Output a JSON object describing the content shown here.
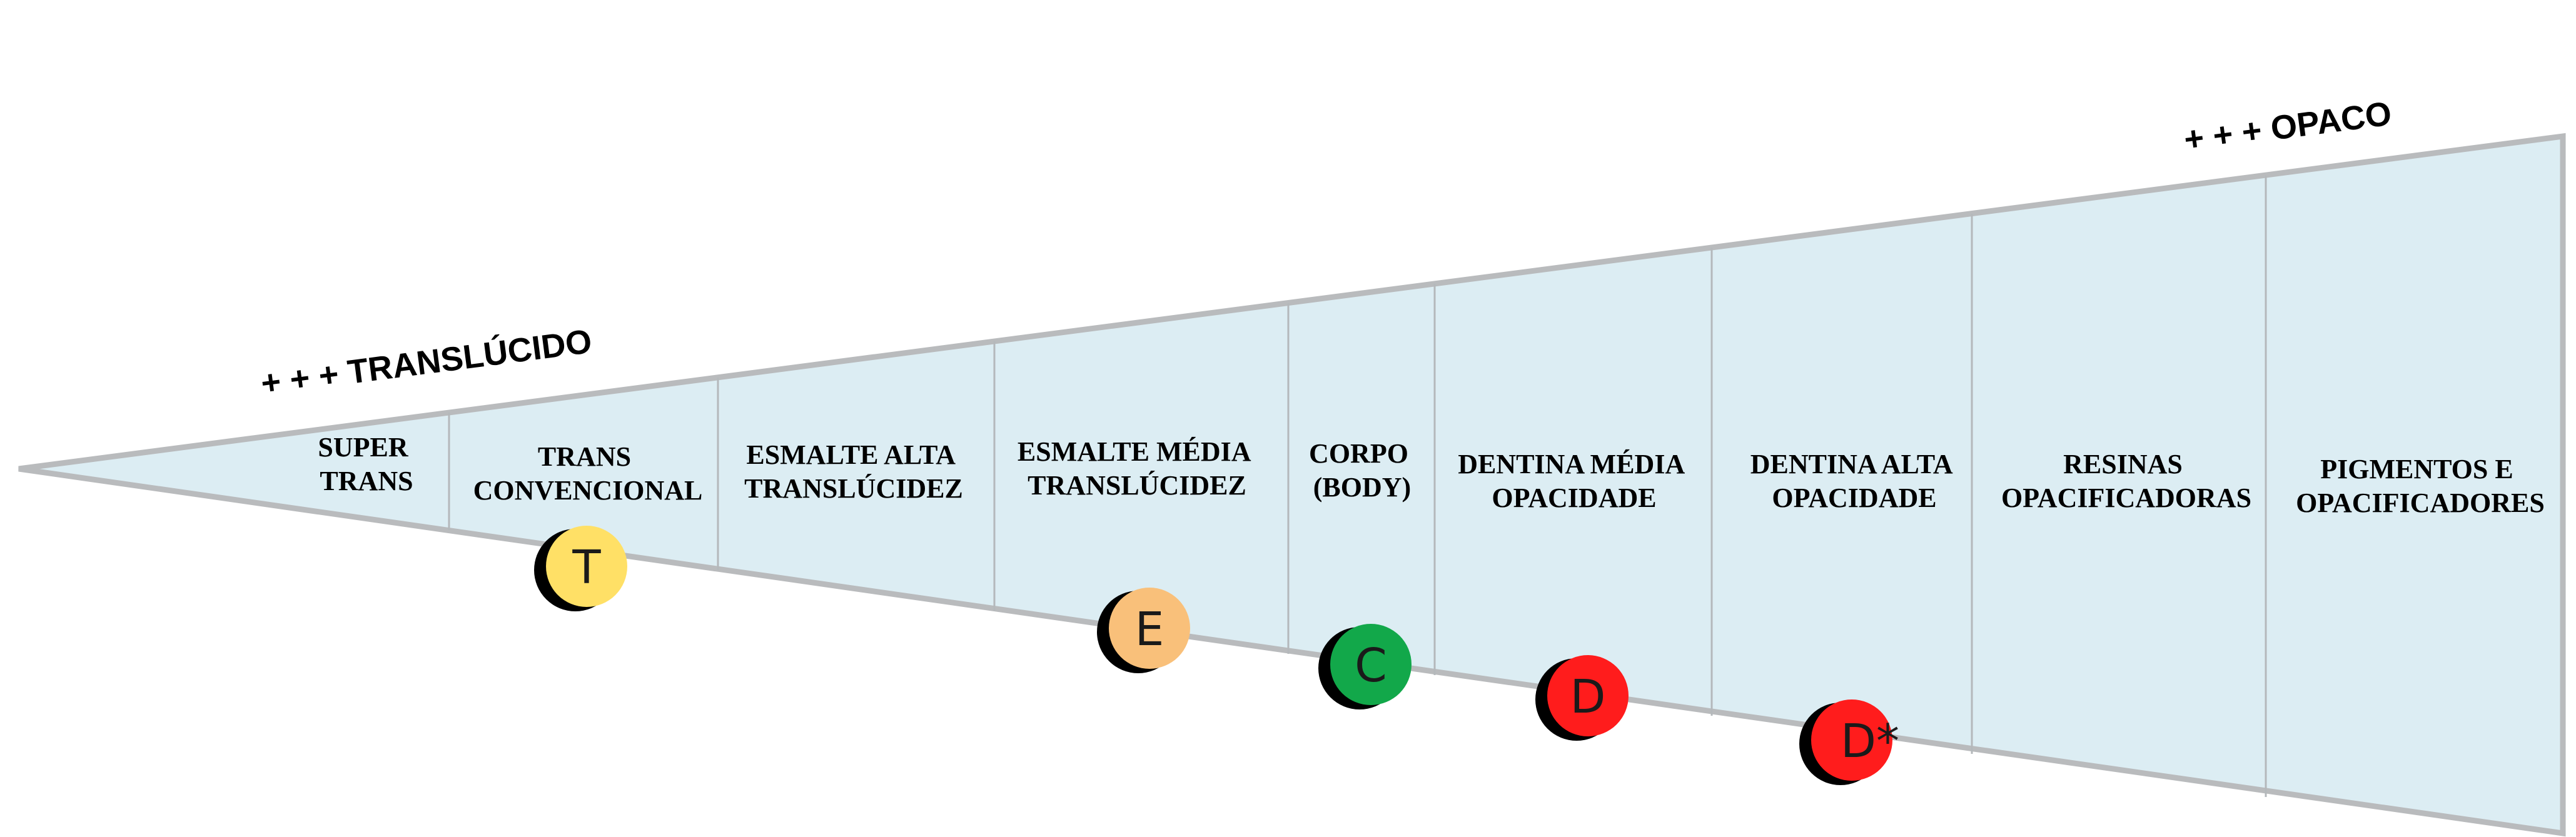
{
  "end_labels": {
    "left": "+ + + TRANSLÚCIDO",
    "right": "+ + + OPACO"
  },
  "segments": [
    {
      "line1": "SUPER",
      "line2": "TRANS"
    },
    {
      "line1": "TRANS",
      "line2": "CONVENCIONAL"
    },
    {
      "line1": "ESMALTE ALTA",
      "line2": "TRANSLÚCIDEZ"
    },
    {
      "line1": "ESMALTE MÉDIA",
      "line2": "TRANSLÚCIDEZ"
    },
    {
      "line1": "CORPO",
      "line2": "(BODY)"
    },
    {
      "line1": "DENTINA MÉDIA",
      "line2": "OPACIDADE"
    },
    {
      "line1": "DENTINA ALTA",
      "line2": "OPACIDADE"
    },
    {
      "line1": "RESINAS",
      "line2": "OPACIFICADORAS"
    },
    {
      "line1": "PIGMENTOS E",
      "line2": "OPACIFICADORES"
    }
  ],
  "markers": [
    {
      "letter": "T",
      "color": "#ffe066"
    },
    {
      "letter": "E",
      "color": "#f9c07a"
    },
    {
      "letter": "C",
      "color": "#12a84a"
    },
    {
      "letter": "D",
      "color": "#ff1c1c"
    },
    {
      "letter": "D*",
      "color": "#ff1c1c"
    }
  ],
  "colors": {
    "wedge_fill": "#dcedf3",
    "wedge_stroke": "#b9bbbd",
    "marker_shadow": "#000000"
  }
}
